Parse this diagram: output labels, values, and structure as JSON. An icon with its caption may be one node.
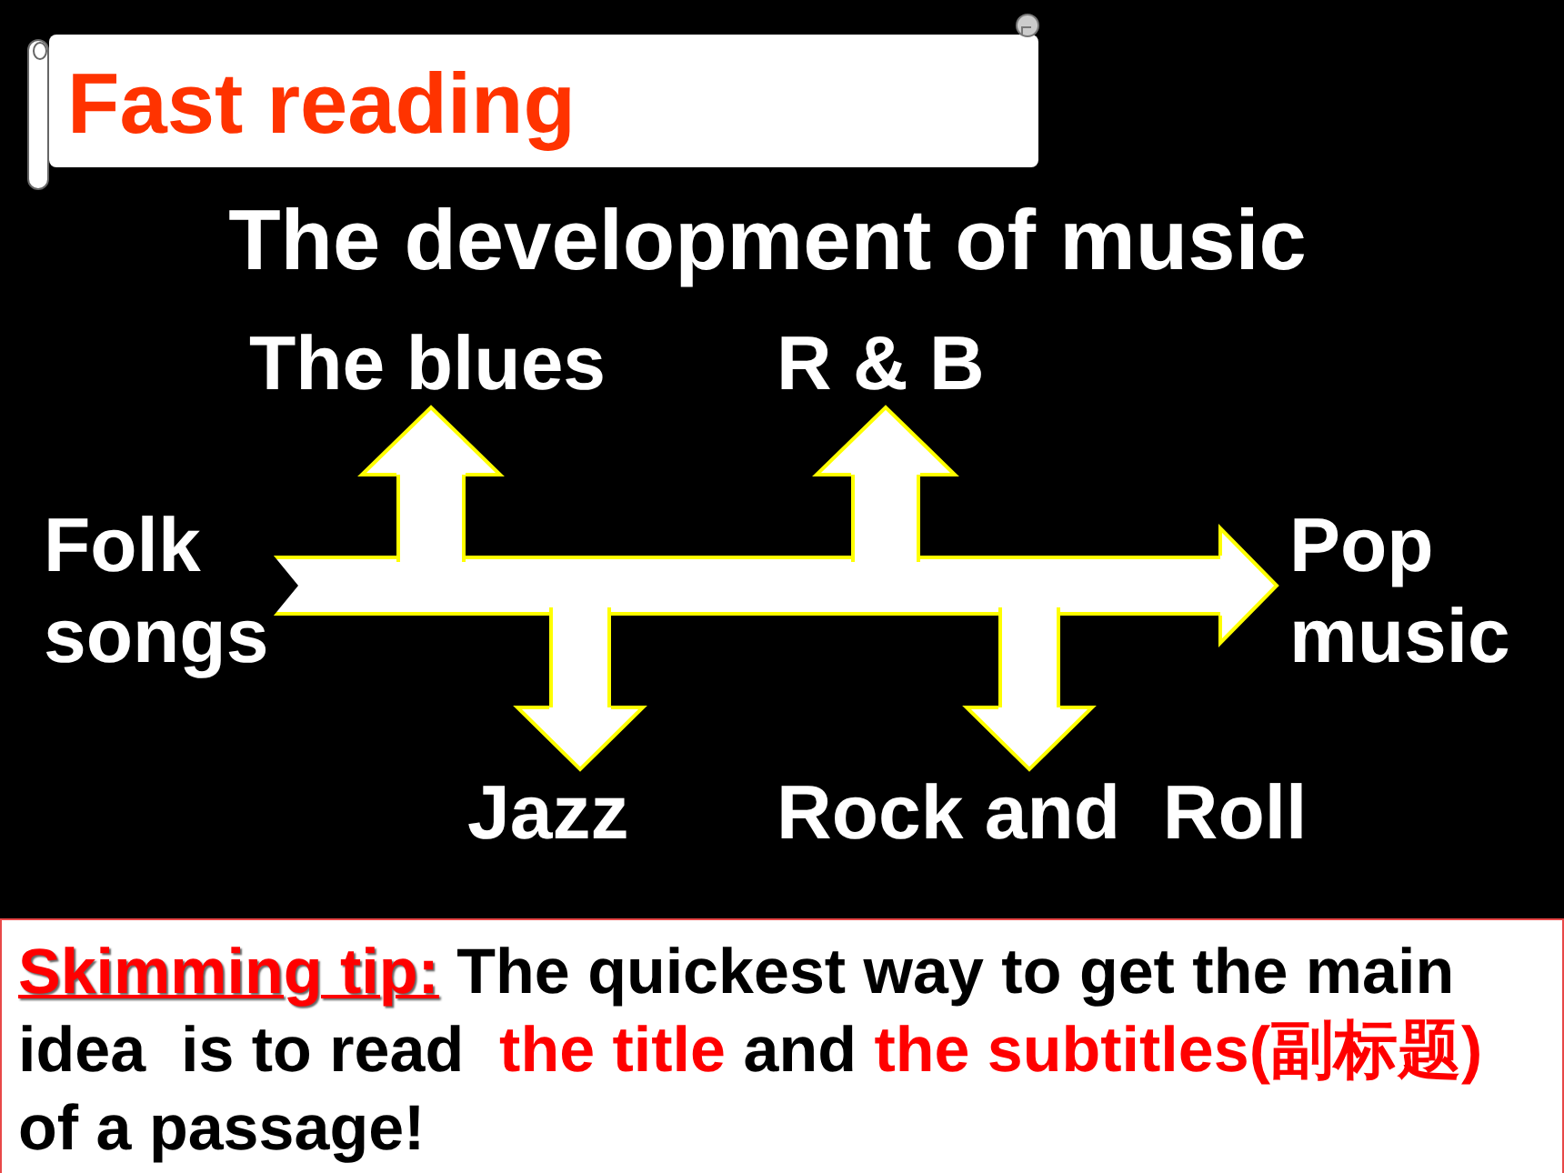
{
  "diagram": {
    "title": "The development of music",
    "nodes": [
      {
        "text": [
          "Fast reading"
        ]
      },
      {
        "text": [
          "The blues"
        ]
      },
      {
        "text": [
          "R & B"
        ]
      },
      {
        "text": [
          "Folk songs"
        ]
      },
      {
        "text": [
          "Pop music"
        ]
      },
      {
        "text": [
          "Jazz"
        ]
      },
      {
        "text": [
          "Rock and  Roll"
        ]
      },
      {
        "text": [
          "**Skimming tip:** The quickest way to get the main idea  is to read  **the title** and **the subtitles(副标题)** of a passage!"
        ]
      }
    ],
    "edges": [
      {
        "from": 3,
        "to": 4,
        "arrow": "to"
      },
      {
        "from": null,
        "to": 1,
        "arrow": "to"
      },
      {
        "from": null,
        "to": 2,
        "arrow": "to"
      },
      {
        "from": null,
        "to": 5,
        "arrow": "to"
      },
      {
        "from": null,
        "to": 6,
        "arrow": "to"
      }
    ]
  }
}
